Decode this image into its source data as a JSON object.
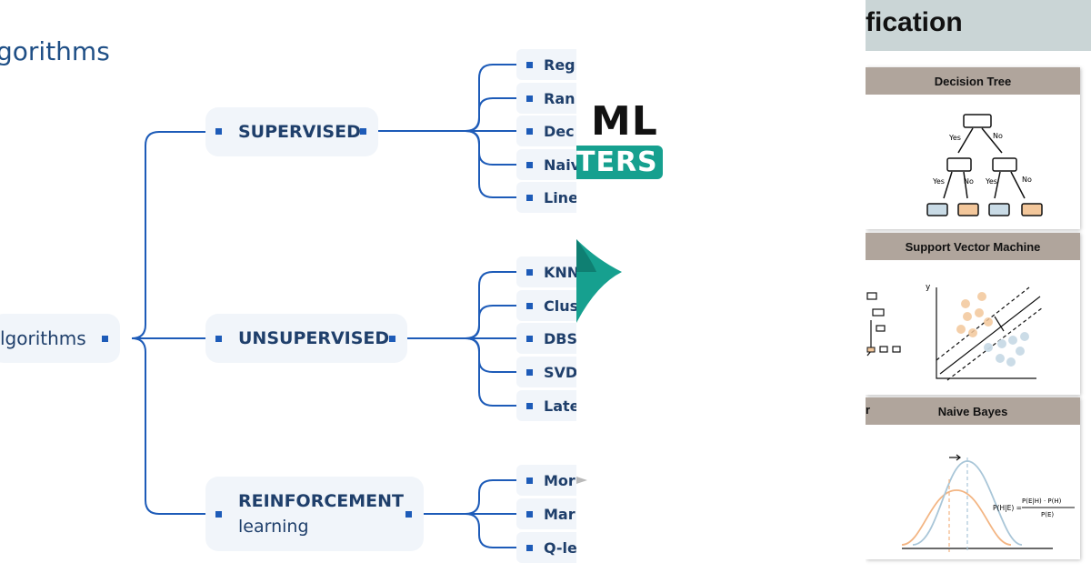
{
  "mindmap": {
    "title": "gorithms",
    "root_label": "lgorithms",
    "branches": [
      {
        "label": "SUPERVISED",
        "leaves": [
          "Regr",
          "Ran",
          "Dec",
          "Naiv",
          "Line"
        ]
      },
      {
        "label": "UNSUPERVISED",
        "leaves": [
          "KNN",
          "Clus",
          "DBS",
          "SVD",
          "Late"
        ]
      },
      {
        "label_line1": "REINFORCEMENT",
        "label_line2": "learning",
        "leaves": [
          "Mor",
          "Mar",
          "Q-le"
        ]
      }
    ],
    "colors": {
      "line": "#1d5bb8",
      "text": "#1f3f6b",
      "node_bg": "#f1f5fa"
    }
  },
  "logo": {
    "line1": "ML",
    "line2": "TERS",
    "colors": {
      "teal": "#16a08f"
    }
  },
  "panel": {
    "title": "fication",
    "cards": [
      {
        "title": "Decision Tree",
        "labels": [
          "Yes",
          "No",
          "Yes",
          "No",
          "Yes",
          "No"
        ]
      },
      {
        "title": "Support Vector Machine",
        "axis_label": "y"
      },
      {
        "title": "Naive Bayes",
        "partial_left_label": "r",
        "formula_left": "P(H|E) =",
        "formula_num": "P(E|H) · P(H)",
        "formula_den": "P(E)"
      }
    ],
    "colors": {
      "header": "#cad5d6",
      "card_header": "#b0a59c",
      "orange": "#f3c79b",
      "blue": "#c9dbe6"
    }
  }
}
